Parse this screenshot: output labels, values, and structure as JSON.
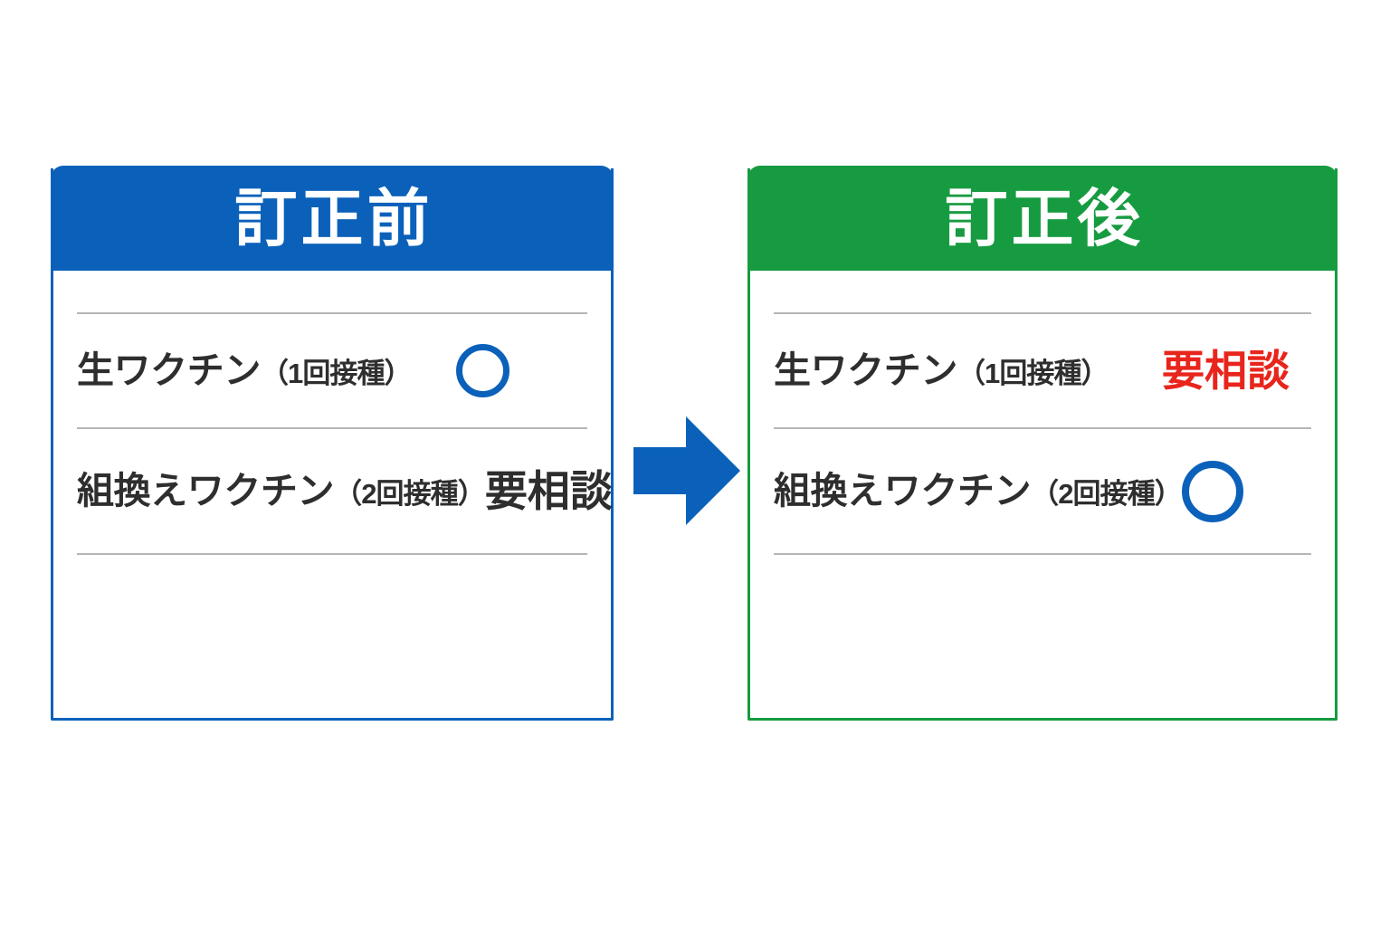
{
  "colors": {
    "before_header": "#0b61ba",
    "after_header": "#179b41",
    "circle_blue": "#0b61ba",
    "alert_red": "#e8251c",
    "label_dark": "#2e2e2e",
    "divider_gray": "#b6b6b6",
    "arrow_blue": "#0b61ba",
    "page_background": "#ffffff"
  },
  "panels": [
    {
      "id": "before",
      "title": "訂正前",
      "accent": "#0b61ba",
      "rows": [
        {
          "label_main": "生ワクチン",
          "label_paren": "（1回接種）",
          "value_type": "circle",
          "value_text": "",
          "value_icon": "circle-mark-icon"
        },
        {
          "label_main": "組換えワクチン",
          "label_paren": "（2回接種）",
          "value_type": "text",
          "value_text": "要相談",
          "value_icon": ""
        }
      ]
    },
    {
      "id": "after",
      "title": "訂正後",
      "accent": "#179b41",
      "rows": [
        {
          "label_main": "生ワクチン",
          "label_paren": "（1回接種）",
          "value_type": "text-alert",
          "value_text": "要相談",
          "value_icon": ""
        },
        {
          "label_main": "組換えワクチン",
          "label_paren": "（2回接種）",
          "value_type": "circle",
          "value_text": "",
          "value_icon": "circle-mark-icon"
        }
      ]
    }
  ],
  "arrow": {
    "icon": "arrow-right-icon",
    "direction": "right",
    "color": "#0b61ba"
  }
}
